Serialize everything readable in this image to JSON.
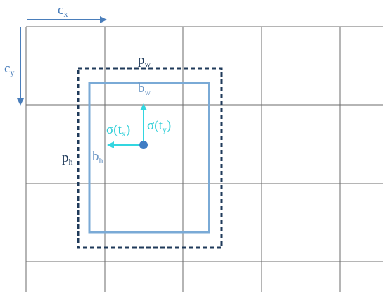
{
  "labels": {
    "cx": {
      "main": "c",
      "sub": "x"
    },
    "cy": {
      "main": "c",
      "sub": "y"
    },
    "pw": {
      "main": "p",
      "sub": "w"
    },
    "ph": {
      "main": "p",
      "sub": "h"
    },
    "bw": {
      "main": "b",
      "sub": "w"
    },
    "bh": {
      "main": "b",
      "sub": "h"
    },
    "sigma_tx": {
      "pre": "σ(t",
      "sub": "x",
      "post": ")"
    },
    "sigma_ty": {
      "pre": "σ(t",
      "sub": "y",
      "post": ")"
    }
  },
  "colors": {
    "grid": "#6b6b6b",
    "axis_arrow": "#4a7ebb",
    "prior_box": "#1f3a5a",
    "pred_box": "#7aaad6",
    "offset_arrow": "#33d6e0",
    "center_dot": "#3f7dc4",
    "text_dark": "#1f3a5a",
    "text_blue": "#6a95c4",
    "text_cyan": "#2fcfd8"
  }
}
